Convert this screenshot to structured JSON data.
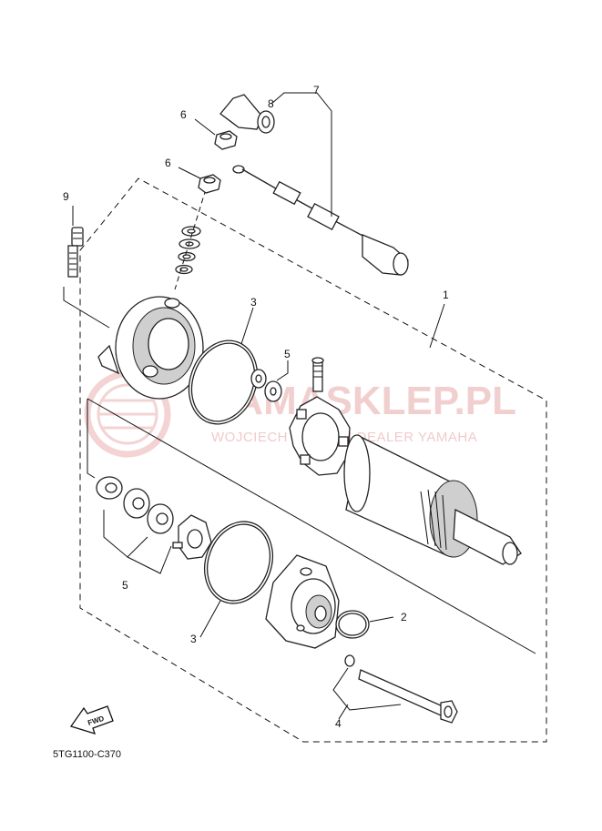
{
  "callouts": {
    "c1": "1",
    "c2": "2",
    "c3a": "3",
    "c3b": "3",
    "c4": "4",
    "c5a": "5",
    "c5b": "5",
    "c6a": "6",
    "c6b": "6",
    "c7": "7",
    "c8": "8",
    "c9": "9"
  },
  "watermark": {
    "brand": "YAMASKLEP.PL",
    "tagline": "WOJCIECH SAWICKI DEALER YAMAHA"
  },
  "fwd_label": "FWD",
  "diagram_code": "5TG1100-C370"
}
